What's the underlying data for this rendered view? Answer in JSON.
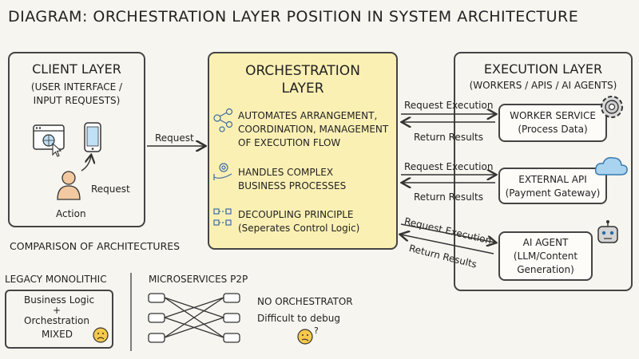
{
  "title": "DIAGRAM: ORCHESTRATION LAYER POSITION IN SYSTEM ARCHITECTURE",
  "client": {
    "title": "CLIENT LAYER",
    "subtitle_line1": "(USER INTERFACE /",
    "subtitle_line2": "INPUT REQUESTS)",
    "request_label": "Request",
    "action_label": "Action"
  },
  "edge_request": "Request",
  "orchestration": {
    "title_line1": "ORCHESTRATION",
    "title_line2": "LAYER",
    "features": [
      {
        "line1": "AUTOMATES ARRANGEMENT,",
        "line2": "COORDINATION, MANAGEMENT",
        "line3": "OF EXECUTION FLOW",
        "icon": "workflow-nodes-icon"
      },
      {
        "line1": "HANDLES COMPLEX",
        "line2": "BUSINESS PROCESSES",
        "icon": "gear-hand-icon"
      },
      {
        "line1": "DECOUPLING PRINCIPLE",
        "line2": "(Seperates Control Logic)",
        "icon": "decoupling-icon"
      }
    ]
  },
  "execution": {
    "title": "EXECUTION LAYER",
    "subtitle": "(WORKERS / APIS / AI AGENTS)",
    "services": [
      {
        "line1": "WORKER SERVICE",
        "line2": "(Process Data)",
        "icon": "gear-icon"
      },
      {
        "line1": "EXTERNAL API",
        "line2": "(Payment Gateway)",
        "icon": "cloud-icon"
      },
      {
        "line1": "AI AGENT",
        "line2": "(LLM/Content",
        "line3": "Generation)",
        "icon": "robot-icon"
      }
    ]
  },
  "flows": [
    {
      "request": "Request Execution",
      "result": "Return Results"
    },
    {
      "request": "Request Execution",
      "result": "Return Results"
    },
    {
      "request": "Request Execution",
      "result": "Return Results"
    }
  ],
  "comparison": {
    "heading": "COMPARISON OF ARCHITECTURES",
    "legacy": {
      "title": "LEGACY MONOLITHIC",
      "line1": "Business Logic",
      "plus": "+",
      "line2": "Orchestration",
      "line3": "MIXED"
    },
    "micro": {
      "title": "MICROSERVICES P2P",
      "note1": "NO ORCHESTRATOR",
      "note2": "Difficult to debug"
    }
  }
}
